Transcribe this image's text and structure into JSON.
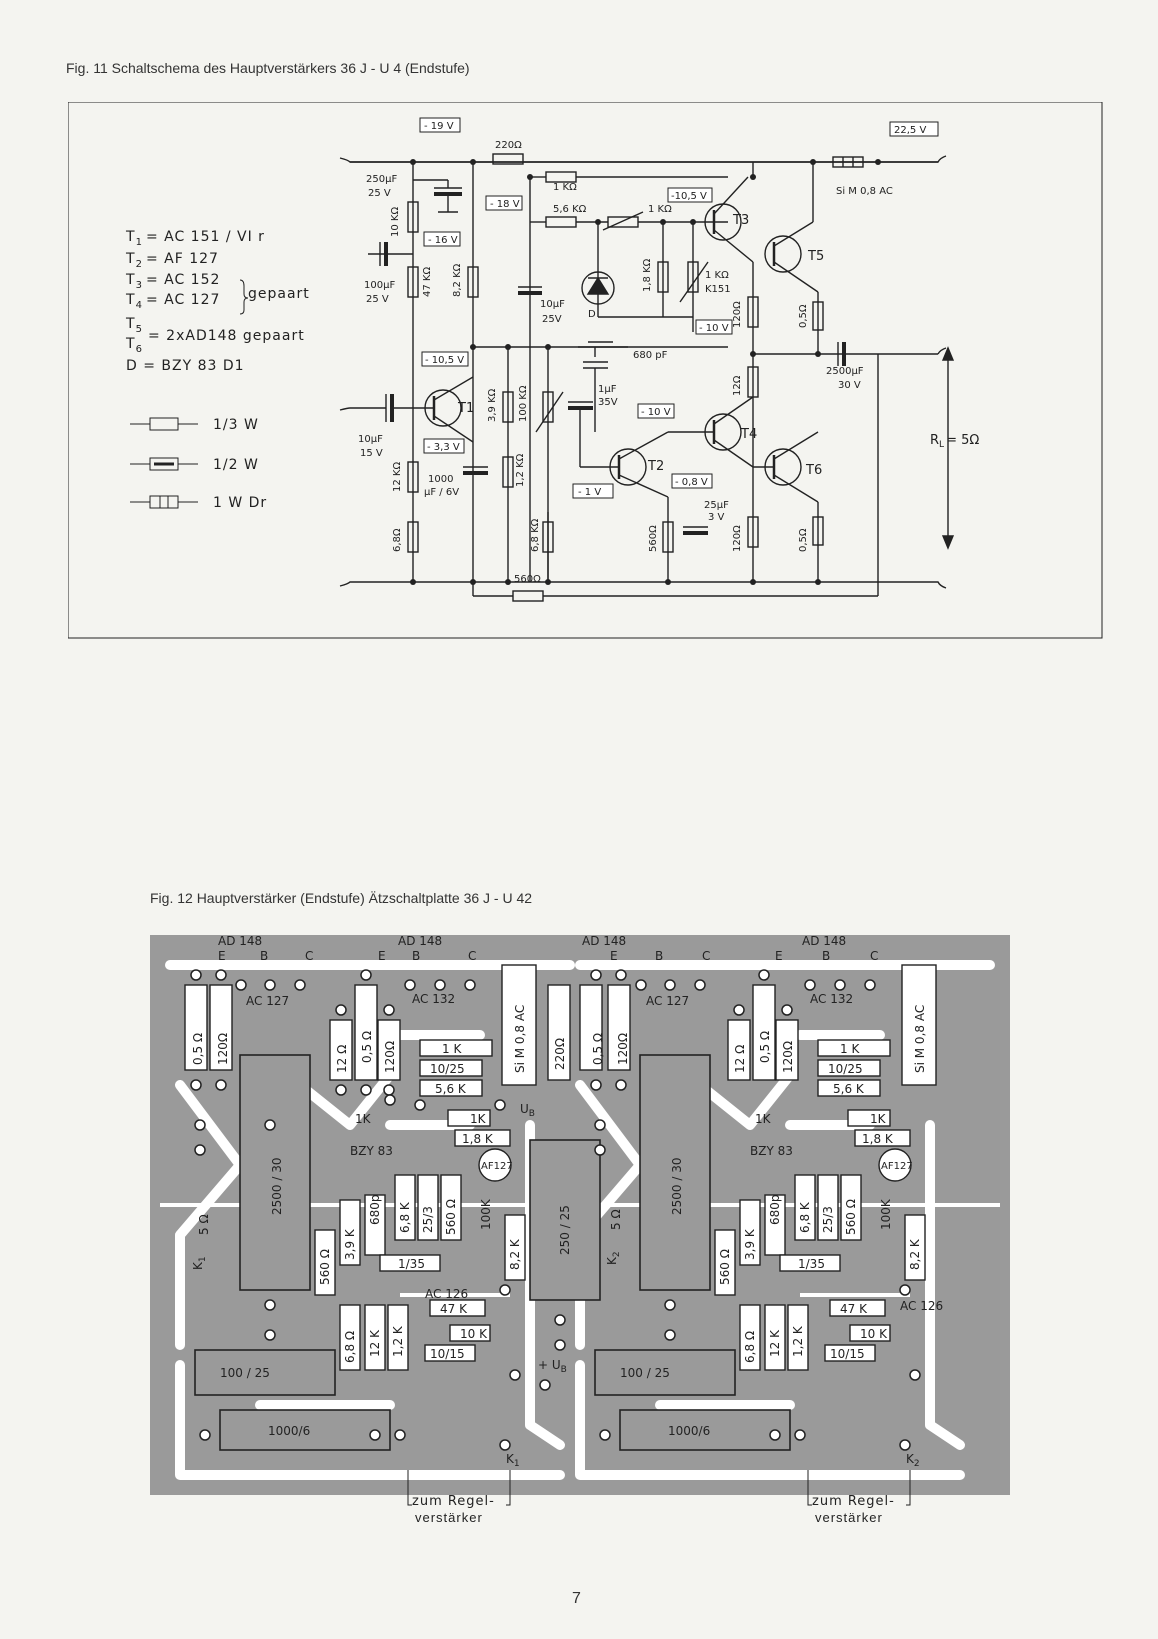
{
  "figures": {
    "fig11": {
      "caption": "Fig. 11   Schaltschema des Hauptverstärkers 36 J - U 4 (Endstufe)",
      "legend_list": [
        {
          "sym": "T",
          "sub": "1",
          "val": "= AC 151 / VI r"
        },
        {
          "sym": "T",
          "sub": "2",
          "val": "= AF 127"
        },
        {
          "sym": "T",
          "sub": "3",
          "val": "= AC 152"
        },
        {
          "sym": "T",
          "sub": "4",
          "val": "= AC 127"
        }
      ],
      "gepaart": "gepaart",
      "t56": {
        "t5": "T",
        "s5": "5",
        "t6": "T",
        "s6": "6",
        "val": "= 2xAD148 gepaart"
      },
      "diode": "D  = BZY 83 D1",
      "wattage": [
        "1/3 W",
        "1/2 W",
        "1 W  Dr"
      ],
      "voltages": {
        "v19": "- 19 V",
        "v225": "22,5 V",
        "v18": "- 18 V",
        "v16": "- 16 V",
        "v105a": "-10,5 V",
        "v105b": "- 10,5 V",
        "v10a": "- 10 V",
        "v10b": "- 10 V",
        "v33": "- 3,3 V",
        "v1": "- 1 V",
        "v08": "- 0,8 V"
      },
      "components": {
        "r220": "220Ω",
        "r1k": "1 KΩ",
        "r56k": "5,6 KΩ",
        "rp1k": "1 KΩ",
        "c250": "250μF",
        "c250v": "25 V",
        "r10k": "10 KΩ",
        "c100": "100μF",
        "c100v": "25 V",
        "r47k": "47 KΩ",
        "r82k": "8,2 KΩ",
        "c10": "10μF",
        "c10v": "25V",
        "r18k": "1,8 KΩ",
        "rk151": "1 KΩ",
        "k151": "K151",
        "r120a": "120Ω",
        "fuse": "Si  M 0,8 AC",
        "r05a": "0,5Ω",
        "c680": "680 pF",
        "c2500": "2500μF",
        "c2500v": "30 V",
        "r12": "12Ω",
        "c10in": "10μF",
        "c10inv": "15 V",
        "r39k": "3,9 KΩ",
        "r100k": "100 KΩ",
        "c1": "1μF",
        "c1v": "35V",
        "r12k": "12 KΩ",
        "c1000": "1000",
        "c1000v": "μF / 6V",
        "r12k2": "1,2 KΩ",
        "r68k": "6,8 KΩ",
        "r68": "6,8Ω",
        "r560": "560Ω",
        "c25": "25μF",
        "c25v": "3 V",
        "r120b": "120Ω",
        "r05b": "0,5Ω",
        "r560b": "560Ω",
        "d": "D",
        "t1": "T1",
        "t2": "T2",
        "t3": "T3",
        "t4": "T4",
        "t5": "T5",
        "t6": "T6",
        "rl": "R",
        "rlsub": "L",
        "rlval": "= 5Ω"
      }
    },
    "fig12": {
      "caption": "Fig. 12   Hauptverstärker (Endstufe) Ätzschaltplatte 36 J - U 42",
      "ad148": "AD 148",
      "pins": {
        "e": "E",
        "b": "B",
        "c": "C"
      },
      "labels": {
        "r05": "0,5 Ω",
        "r120": "120Ω",
        "r12": "12 Ω",
        "ac127": "AC 127",
        "ac132": "AC 132",
        "r1k": "1 K",
        "c1025": "10/25",
        "r56k": "5,6 K",
        "fuse": "Si M 0,8 AC",
        "r220": "220Ω",
        "k1k": "1K",
        "ub": "U",
        "ubsub": "B",
        "r18k": "1,8 K",
        "bzy": "BZY 83",
        "af127": "AF127",
        "c2500": "2500 / 30",
        "c680": "680p",
        "r68k": "6,8 K",
        "c253": "25/3",
        "r560": "560 Ω",
        "r39k": "3,9 K",
        "r100k": "100K",
        "r82k": "8,2 K",
        "c250": "250 / 25",
        "r5": "5 Ω",
        "k1": "K",
        "k1sub": "1",
        "k2": "K",
        "k2sub": "2",
        "c135": "1/35",
        "ac126": "AC 126",
        "r47k": "47 K",
        "r10k": "10 K",
        "c1015": "10/15",
        "c10025": "100 / 25",
        "r68": "6,8 Ω",
        "r12k": "12 K",
        "r12k2": "1,2 K",
        "c1000": "1000/6",
        "plusub": "+ U",
        "zum": "zum Regel-",
        "verst": "verstärker"
      }
    }
  },
  "page_number": "7"
}
